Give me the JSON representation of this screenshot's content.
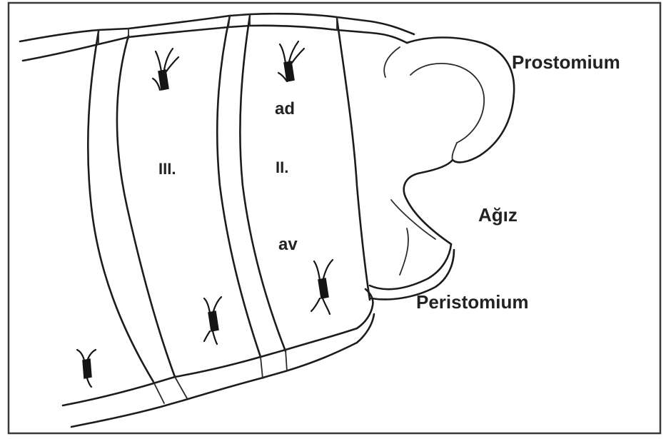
{
  "labels": {
    "prostomium": "Prostomium",
    "agiz": "Ağız",
    "peristomium": "Peristomium",
    "segment_3": "III.",
    "segment_2": "II.",
    "ad": "ad",
    "av": "av"
  },
  "colors": {
    "ink": "#1c1c1c",
    "label": "#222222",
    "background": "#ffffff"
  }
}
